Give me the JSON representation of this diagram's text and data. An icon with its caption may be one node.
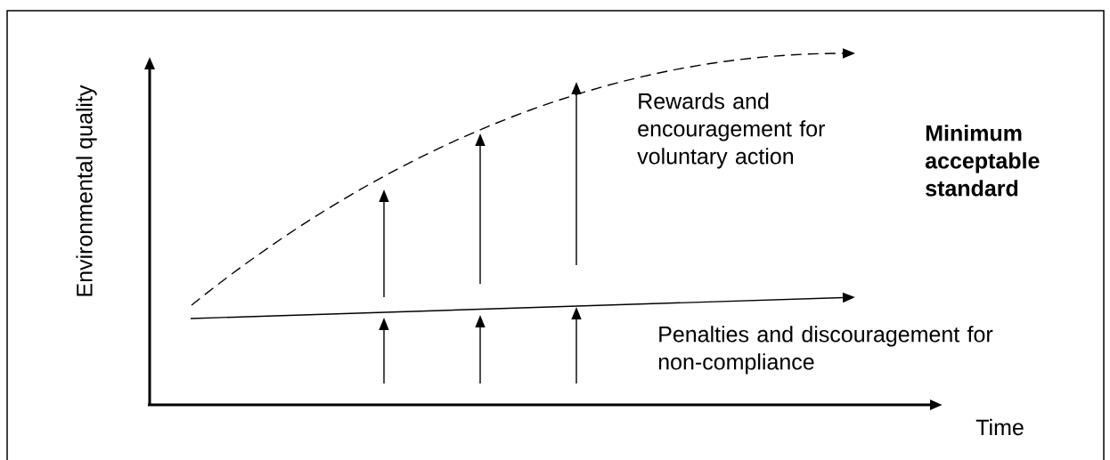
{
  "diagram": {
    "labels": [
      "Environmental quality",
      "Rewards and encouragement for voluntary action",
      "Minimum acceptable standard",
      "Penalties and discouragement for non-compliance",
      "Time"
    ]
  }
}
